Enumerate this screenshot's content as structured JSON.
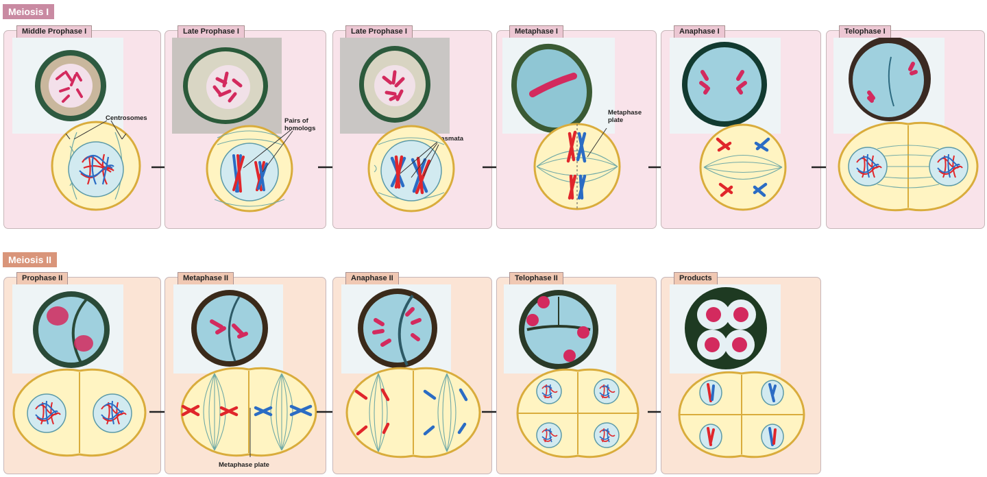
{
  "sections": {
    "meiosis_1": {
      "label": "Meiosis I"
    },
    "meiosis_2": {
      "label": "Meiosis II"
    }
  },
  "stages_1": [
    {
      "title": "Middle Prophase I"
    },
    {
      "title": "Late Prophase I"
    },
    {
      "title": "Late Prophase I"
    },
    {
      "title": "Metaphase I"
    },
    {
      "title": "Anaphase I"
    },
    {
      "title": "Telophase I"
    }
  ],
  "stages_2": [
    {
      "title": "Prophase II"
    },
    {
      "title": "Metaphase II"
    },
    {
      "title": "Anaphase II"
    },
    {
      "title": "Telophase II"
    },
    {
      "title": "Products"
    }
  ],
  "annotations": {
    "centrosomes": "Centrosomes",
    "pairs_of_homologs": "Pairs of homologs",
    "chiasmata": "Chiasmata",
    "metaphase_plate_1": "Metaphase plate",
    "metaphase_plate_2": "Metaphase plate"
  },
  "colors": {
    "meiosis_1_label": "#c98aa2",
    "meiosis_2_label": "#d9957a",
    "paternal_chromosome": "#e0262b",
    "maternal_chromosome": "#2b6cc4",
    "cell_outline": "#d9ac3c",
    "cell_fill": "#fff4c2",
    "spindle": "#6fa9a6"
  }
}
